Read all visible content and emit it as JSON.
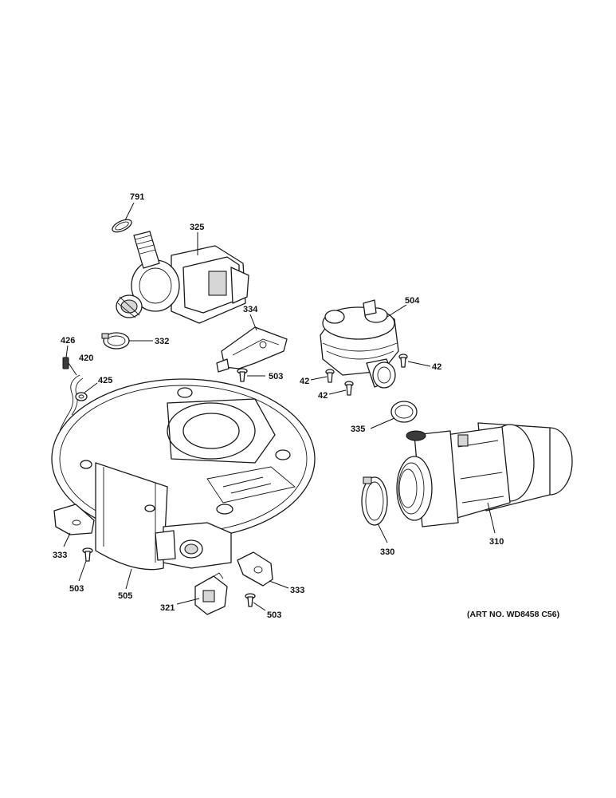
{
  "labels": {
    "l791": "791",
    "l325": "325",
    "l334": "334",
    "l504": "504",
    "l426": "426",
    "l332": "332",
    "l420": "420",
    "l503a": "503",
    "l425": "425",
    "l42a": "42",
    "l42b": "42",
    "l42c": "42",
    "l335": "335",
    "l310": "310",
    "l330": "330",
    "l333a": "333",
    "l503b": "503",
    "l505": "505",
    "l321": "321",
    "l333b": "333",
    "l503c": "503"
  },
  "art_number": "(ART NO. WD8458 C56)"
}
